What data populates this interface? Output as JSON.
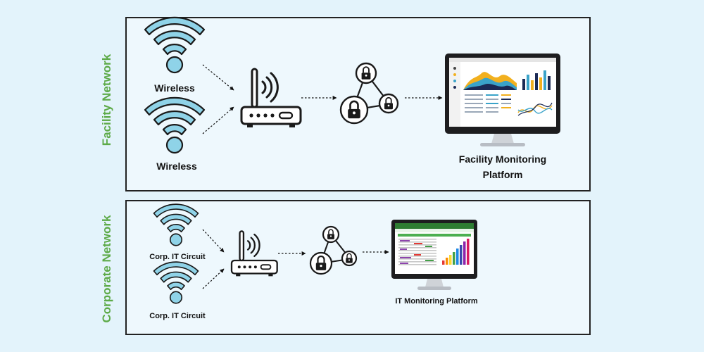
{
  "facility_network": {
    "section_label": "Facility Network",
    "source_1": "Wireless",
    "source_2": "Wireless",
    "platform_label_line1": "Facility Monitoring",
    "platform_label_line2": "Platform"
  },
  "corporate_network": {
    "section_label": "Corporate Network",
    "source_1": "Corp. IT Circuit",
    "source_2": "Corp. IT Circuit",
    "platform_label": "IT Monitoring Platform"
  },
  "colors": {
    "background": "#e3f3fb",
    "panel_fill": "#eef8fd",
    "section_label": "#5daa48",
    "wifi_fill": "#8fd3e8",
    "outline": "#1a1a1a"
  },
  "icons": [
    "wifi-icon",
    "router-icon",
    "lock-network-icon",
    "monitor-dashboard-icon"
  ]
}
